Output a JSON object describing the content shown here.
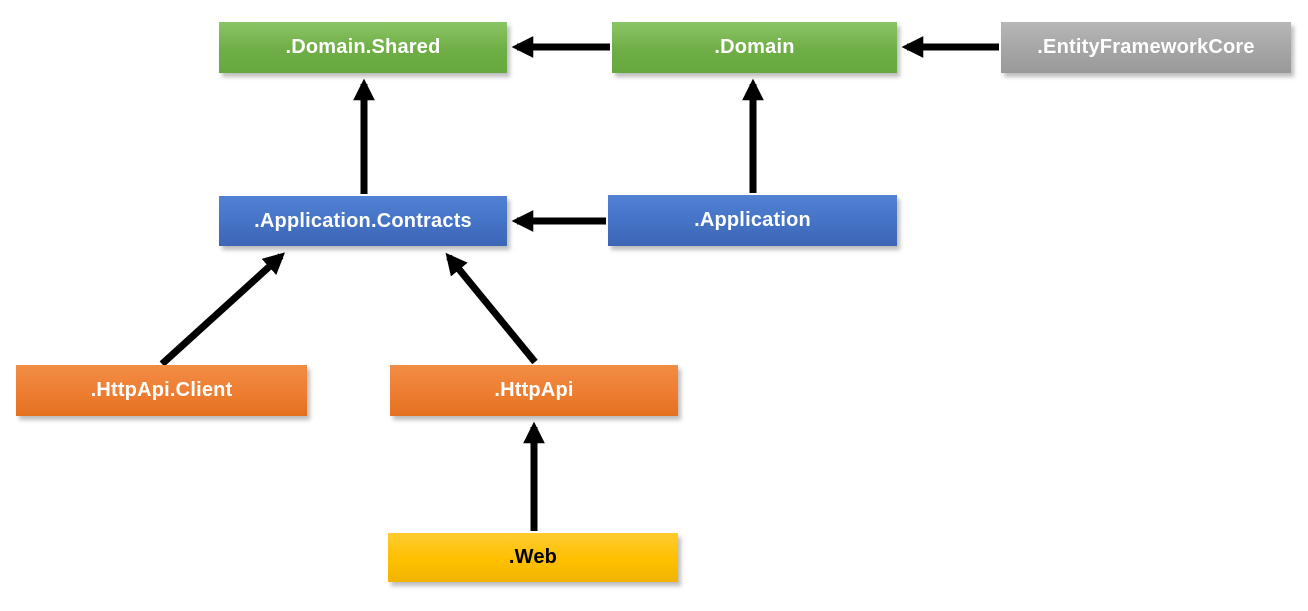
{
  "diagram": {
    "type": "dependency-diagram",
    "background_color": "#FFFFFF",
    "arrow_color": "#000000",
    "nodes": [
      {
        "id": "domain-shared",
        "label": ".Domain.Shared",
        "color": "#70AD47",
        "text_color": "#FFFFFF"
      },
      {
        "id": "domain",
        "label": ".Domain",
        "color": "#70AD47",
        "text_color": "#FFFFFF"
      },
      {
        "id": "entity-framework-core",
        "label": ".EntityFrameworkCore",
        "color": "#A5A5A5",
        "text_color": "#FFFFFF"
      },
      {
        "id": "application-contracts",
        "label": ".Application.Contracts",
        "color": "#4472C4",
        "text_color": "#FFFFFF"
      },
      {
        "id": "application",
        "label": ".Application",
        "color": "#4472C4",
        "text_color": "#FFFFFF"
      },
      {
        "id": "httpapi-client",
        "label": ".HttpApi.Client",
        "color": "#ED7D31",
        "text_color": "#FFFFFF"
      },
      {
        "id": "httpapi",
        "label": ".HttpApi",
        "color": "#ED7D31",
        "text_color": "#FFFFFF"
      },
      {
        "id": "web",
        "label": ".Web",
        "color": "#FFC000",
        "text_color": "#000000"
      }
    ],
    "edges": [
      {
        "from": ".Domain",
        "to": ".Domain.Shared"
      },
      {
        "from": ".EntityFrameworkCore",
        "to": ".Domain"
      },
      {
        "from": ".Application.Contracts",
        "to": ".Domain.Shared"
      },
      {
        "from": ".Application",
        "to": ".Domain"
      },
      {
        "from": ".Application",
        "to": ".Application.Contracts"
      },
      {
        "from": ".HttpApi.Client",
        "to": ".Application.Contracts"
      },
      {
        "from": ".HttpApi",
        "to": ".Application.Contracts"
      },
      {
        "from": ".Web",
        "to": ".HttpApi"
      }
    ]
  }
}
